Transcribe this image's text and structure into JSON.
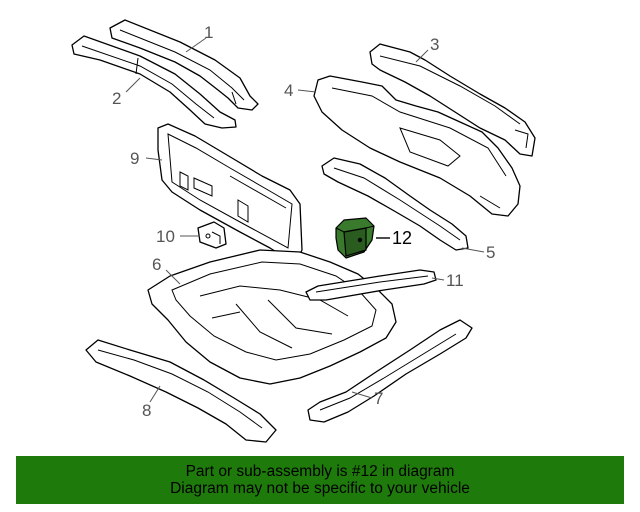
{
  "callouts": {
    "c1": "1",
    "c2": "2",
    "c3": "3",
    "c4": "4",
    "c5": "5",
    "c6": "6",
    "c7": "7",
    "c8": "8",
    "c9": "9",
    "c10": "10",
    "c11": "11",
    "c12": "12"
  },
  "highlighted_part": "12",
  "colors": {
    "highlight_part": "#3a7a2c",
    "banner_background": "#1f7a0c",
    "callout_text": "#555555"
  },
  "banner": {
    "line1": "Part or sub-assembly is #12 in diagram",
    "line2": "Diagram may not be specific to your vehicle"
  }
}
